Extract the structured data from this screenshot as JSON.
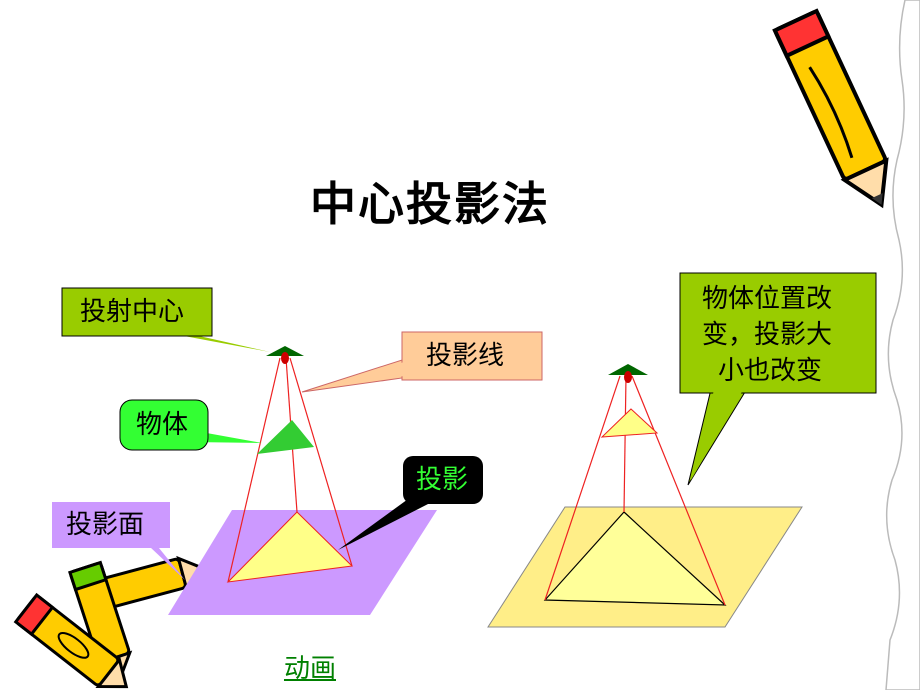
{
  "title": "中心投影法",
  "callouts": {
    "projection_center": "投射中心",
    "projection_line": "投影线",
    "object": "物体",
    "projection": "投影",
    "projection_plane": "投影面",
    "note_line1": "物体位置改",
    "note_line2": "变，投影大",
    "note_line3": "小也改变"
  },
  "link": "动画",
  "colors": {
    "callout_green": "#99cc00",
    "callout_bright_green": "#33ff33",
    "callout_peach": "#ffcc99",
    "callout_black": "#000000",
    "callout_lavender": "#cc99ff",
    "plane_left": "#cc99ff",
    "plane_right": "#ffee88",
    "triangle_yellow": "#ffff88",
    "object_green": "#33cc33",
    "center_marker": "#006600",
    "projection_lines": "#ee2222",
    "link_green": "#008000"
  },
  "icons": [
    "pencil-icon-top-right",
    "pencils-icon-bottom-left",
    "torn-edge-decoration"
  ]
}
